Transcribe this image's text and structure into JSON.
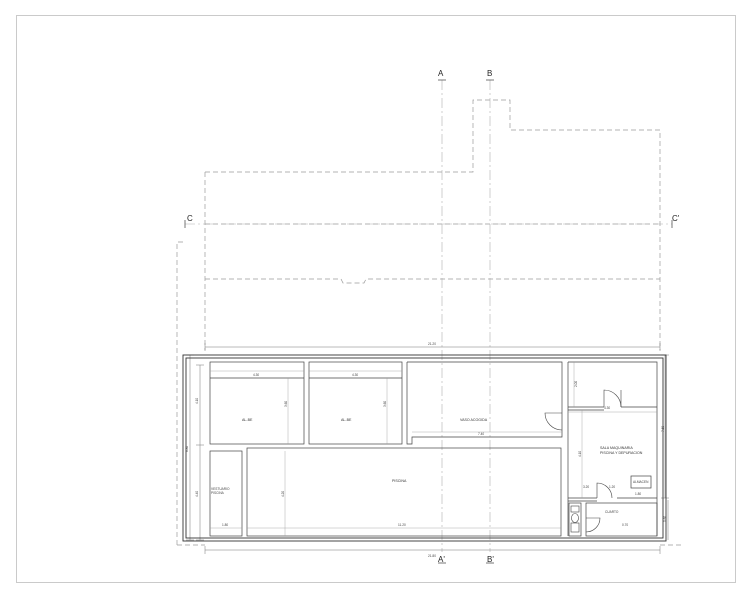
{
  "sections": {
    "a_top": "A",
    "a_bottom": "A'",
    "b_top": "B",
    "b_bottom": "B'",
    "c_left": "C",
    "c_right": "C'"
  },
  "rooms": {
    "vaso_1": "AL-BE",
    "vaso_2": "AL-BE",
    "vaso_3": "VASO ACOGIDA",
    "piscina": "PISCINA",
    "vestuario_line1": "VESTUARIO",
    "vestuario_line2": "PISCINA",
    "sala_line1": "SALA MAQUINARIA",
    "sala_line2": "PISCINA Y DEPURACION",
    "almacen": "ALMACEN",
    "aseo": "CUARTO"
  },
  "dimensions": {
    "overall_top": "21.20",
    "overall_bottom": "21.80",
    "d_vaso1_w": "4.30",
    "d_vaso2_w": "4.30",
    "d_vaso_h": "3.60",
    "d_vaso2_h": "3.60",
    "d_left_top": "4.10",
    "d_left_mid": "8.80",
    "d_left_bottom": "4.40",
    "d_pool_len": "11.20",
    "d_pool_h": "4.20",
    "d_strip": "1.80",
    "d_acogida": "7.40",
    "d_sala_w": "4.30",
    "d_sala_h": "4.10",
    "d_mr_1": "3.20",
    "d_mr_2": "1.20",
    "d_mr_3": "1.80",
    "d_right_h": "7.60",
    "d_small_1": "2.00",
    "d_br_1": "0.70",
    "d_br_2": "0.60"
  }
}
